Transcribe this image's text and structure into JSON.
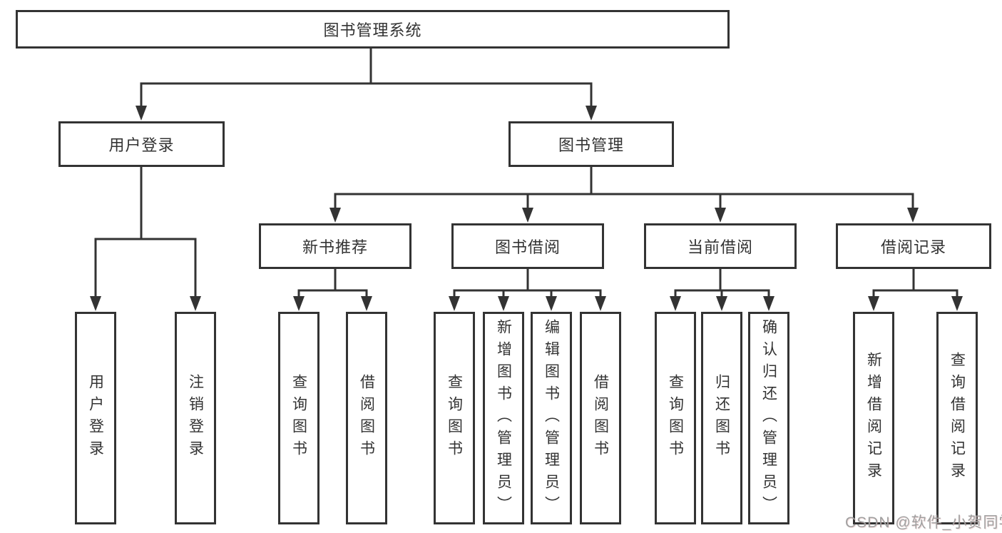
{
  "tree": {
    "root": {
      "label": "图书管理系统"
    },
    "level2": [
      {
        "label": "用户登录",
        "children": [
          "用户登录",
          "注销登录"
        ]
      },
      {
        "label": "图书管理"
      }
    ],
    "level3": [
      {
        "label": "新书推荐",
        "children": [
          "查询图书",
          "借阅图书"
        ]
      },
      {
        "label": "图书借阅",
        "children": [
          "查询图书",
          "新增图书（管理员）",
          "编辑图书（管理员）",
          "借阅图书"
        ]
      },
      {
        "label": "当前借阅",
        "children": [
          "查询图书",
          "归还图书",
          "确认归还（管理员）"
        ]
      },
      {
        "label": "借阅记录",
        "children": [
          "新增借阅记录",
          "查询借阅记录"
        ]
      }
    ]
  },
  "watermark": "CSDN @软件_小贺同学",
  "colors": {
    "line": "#333333",
    "box_border": "#333333",
    "box_fill": "#ffffff",
    "text": "#333333",
    "watermark": "#a0a0a0",
    "background": "#ffffff"
  }
}
